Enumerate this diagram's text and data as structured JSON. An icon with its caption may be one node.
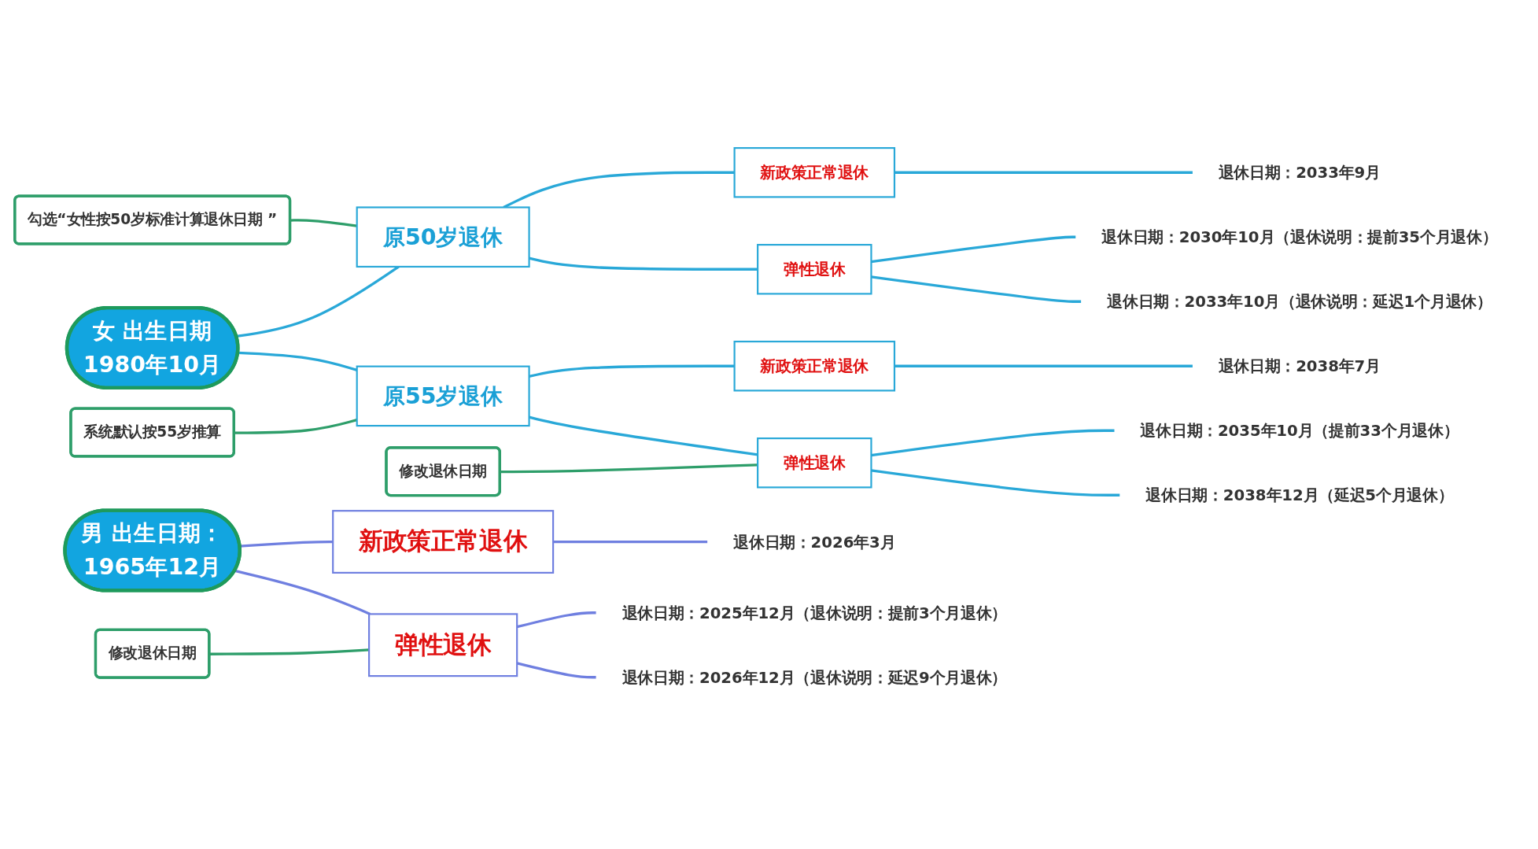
{
  "diagram": {
    "nodes": [
      {
        "text": [
          "女 出生日期",
          "1980年10月"
        ]
      },
      {
        "text": [
          "勾选“女性按50岁标准计算退休日期 ”"
        ]
      },
      {
        "text": [
          "原50岁退休"
        ]
      },
      {
        "text": [
          "新政策正常退休"
        ]
      },
      {
        "text": [
          "退休日期：2033年9月"
        ]
      },
      {
        "text": [
          "弹性退休"
        ]
      },
      {
        "text": [
          "退休日期：2030年10月（退休说明：提前35个月退休）"
        ]
      },
      {
        "text": [
          "退休日期：2033年10月（退休说明：延迟1个月退休）"
        ]
      },
      {
        "text": [
          "系统默认按55岁推算"
        ]
      },
      {
        "text": [
          "原55岁退休"
        ]
      },
      {
        "text": [
          "新政策正常退休"
        ]
      },
      {
        "text": [
          "退休日期：2038年7月"
        ]
      },
      {
        "text": [
          "弹性退休"
        ]
      },
      {
        "text": [
          "退休日期：2035年10月（提前33个月退休）"
        ]
      },
      {
        "text": [
          "退休日期：2038年12月（延迟5个月退休）"
        ]
      },
      {
        "text": [
          "修改退休日期"
        ]
      },
      {
        "text": [
          "男 出生日期：",
          "1965年12月"
        ]
      },
      {
        "text": [
          "新政策正常退休"
        ]
      },
      {
        "text": [
          "退休日期：2026年3月"
        ]
      },
      {
        "text": [
          "弹性退休"
        ]
      },
      {
        "text": [
          "退休日期：2025年12月（退休说明：提前3个月退休）"
        ]
      },
      {
        "text": [
          "退休日期：2026年12月（退休说明：延迟9个月退休）"
        ]
      },
      {
        "text": [
          "修改退休日期"
        ]
      }
    ],
    "edges": [
      {
        "from": 1,
        "to": 2,
        "arrow": "none",
        "color": "#2e9e6a"
      },
      {
        "from": 0,
        "to": 2,
        "arrow": "none"
      },
      {
        "from": 2,
        "to": 3,
        "arrow": "none"
      },
      {
        "from": 3,
        "to": 4,
        "arrow": "none"
      },
      {
        "from": 2,
        "to": 5,
        "arrow": "none"
      },
      {
        "from": 5,
        "to": 6,
        "arrow": "none"
      },
      {
        "from": 5,
        "to": 7,
        "arrow": "none"
      },
      {
        "from": 8,
        "to": 9,
        "arrow": "none",
        "color": "#2e9e6a"
      },
      {
        "from": 0,
        "to": 9,
        "arrow": "none"
      },
      {
        "from": 9,
        "to": 10,
        "arrow": "none"
      },
      {
        "from": 10,
        "to": 11,
        "arrow": "none"
      },
      {
        "from": 9,
        "to": 12,
        "arrow": "none"
      },
      {
        "from": 12,
        "to": 13,
        "arrow": "none"
      },
      {
        "from": 12,
        "to": 14,
        "arrow": "none"
      },
      {
        "from": 15,
        "to": 12,
        "arrow": "none",
        "color": "#2e9e6a"
      },
      {
        "from": 16,
        "to": 17,
        "arrow": "none",
        "color": "#6f7fe0"
      },
      {
        "from": 17,
        "to": 18,
        "arrow": "none",
        "color": "#6f7fe0"
      },
      {
        "from": 16,
        "to": 19,
        "arrow": "none",
        "color": "#6f7fe0"
      },
      {
        "from": 19,
        "to": 20,
        "arrow": "none",
        "color": "#6f7fe0"
      },
      {
        "from": 19,
        "to": 21,
        "arrow": "none",
        "color": "#6f7fe0"
      },
      {
        "from": 22,
        "to": 19,
        "arrow": "none",
        "color": "#2e9e6a"
      }
    ]
  }
}
